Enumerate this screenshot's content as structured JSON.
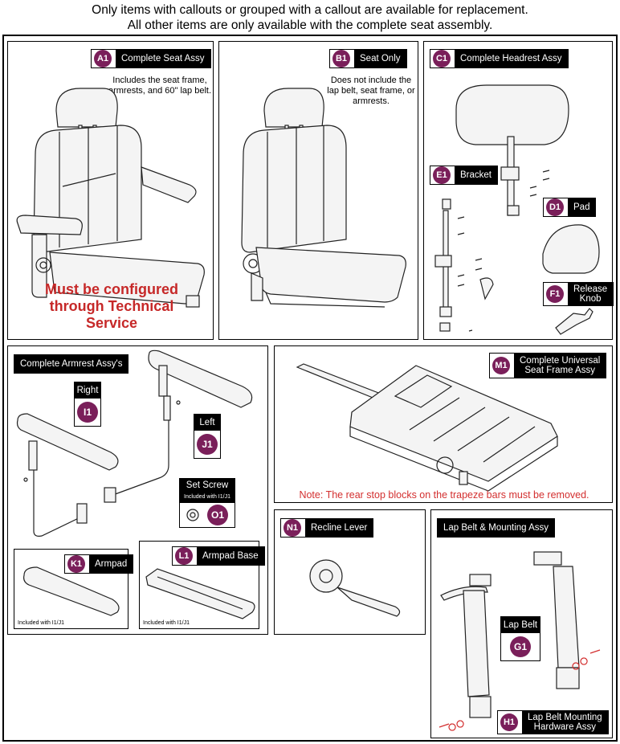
{
  "header": {
    "line1": "Only items with callouts or grouped with a callout are available for replacement.",
    "line2": "All other items are only available with the complete seat assembly."
  },
  "panels": {
    "a1": {
      "code": "A1",
      "title": "Complete Seat Assy",
      "note": "Includes the seat frame, armrests, and 60\" lap belt.",
      "warning_lines": [
        "Must be configured",
        "through Technical",
        "Service"
      ]
    },
    "b1": {
      "code": "B1",
      "title": "Seat Only",
      "note": "Does not include the lap belt, seat frame, or armrests."
    },
    "c1": {
      "code": "C1",
      "title": "Complete Headrest Assy"
    },
    "e1": {
      "code": "E1",
      "title": "Bracket"
    },
    "d1": {
      "code": "D1",
      "title": "Pad"
    },
    "f1": {
      "code": "F1",
      "title_lines": [
        "Release",
        "Knob"
      ]
    },
    "armrest": {
      "title": "Complete Armrest Assy's",
      "right": {
        "label": "Right",
        "code": "I1"
      },
      "left": {
        "label": "Left",
        "code": "J1"
      },
      "setscrew": {
        "label": "Set Screw",
        "sub": "Included with I1/J1",
        "code": "O1"
      }
    },
    "k1": {
      "code": "K1",
      "title": "Armpad",
      "foot": "Included with I1/J1"
    },
    "l1": {
      "code": "L1",
      "title": "Armpad Base",
      "foot": "Included with I1/J1"
    },
    "m1": {
      "code": "M1",
      "title_lines": [
        "Complete Universal",
        "Seat Frame Assy"
      ],
      "note": "Note: The rear stop blocks on the trapeze bars must be removed."
    },
    "n1": {
      "code": "N1",
      "title": "Recline Lever"
    },
    "lapbelt": {
      "title": "Lap Belt & Mounting Assy",
      "g1": {
        "label": "Lap Belt",
        "code": "G1"
      },
      "h1": {
        "code": "H1",
        "title_lines": [
          "Lap Belt Mounting",
          "Hardware Assy"
        ]
      }
    }
  },
  "colors": {
    "callout": "#7a1f5a",
    "warning": "#c62828",
    "hardware": "#d32f2f"
  }
}
